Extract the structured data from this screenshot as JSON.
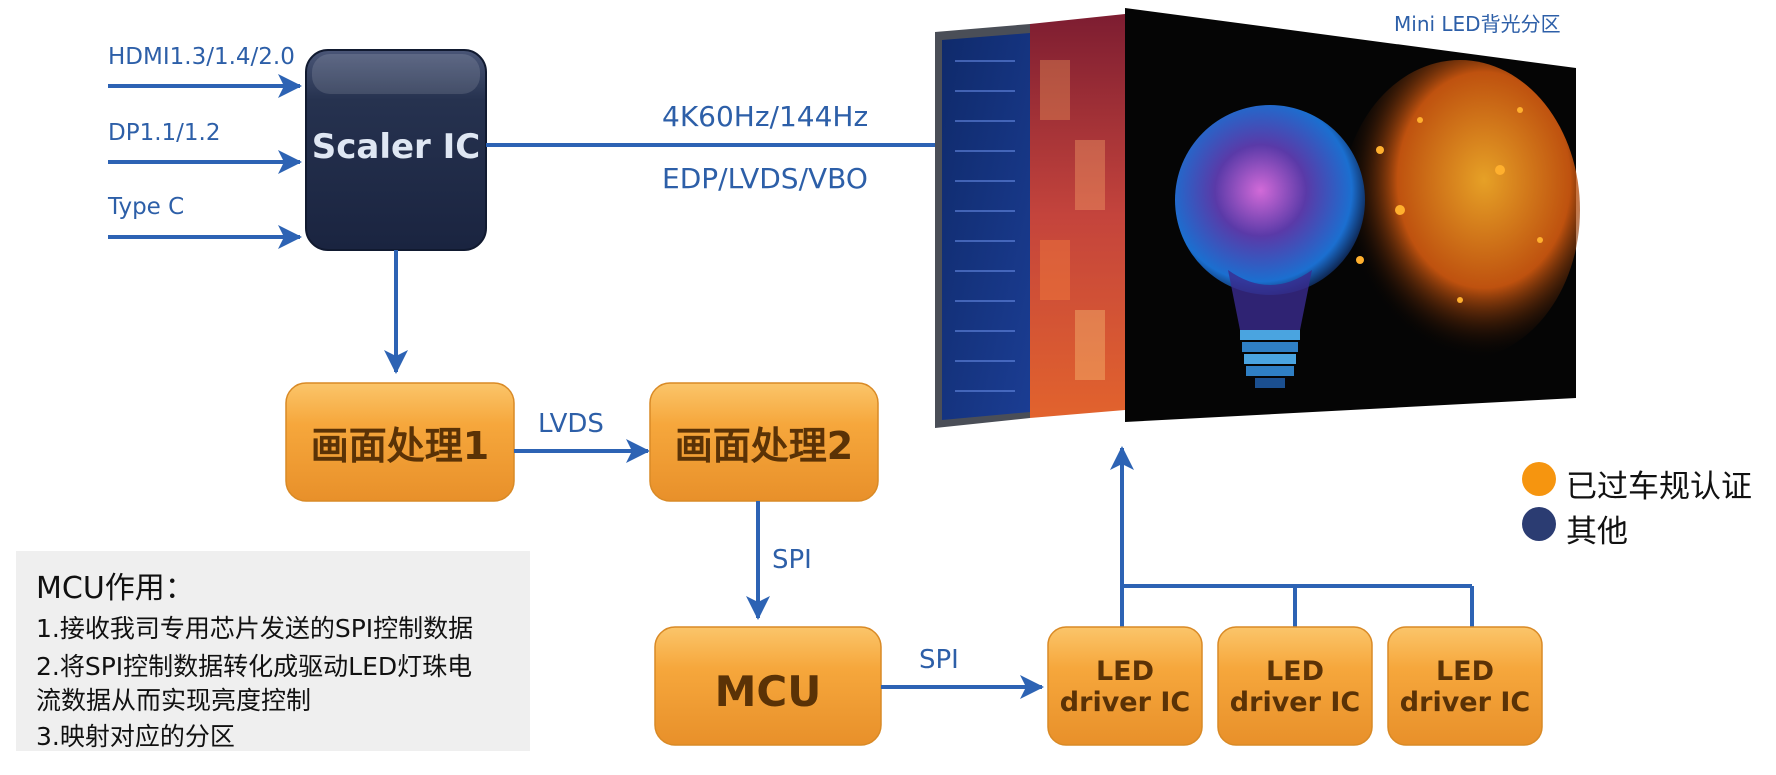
{
  "inputs": [
    {
      "label": "HDMI1.3/1.4/2.0"
    },
    {
      "label": "DP1.1/1.2"
    },
    {
      "label": "Type C"
    }
  ],
  "scaler": {
    "label": "Scaler IC"
  },
  "video_link": {
    "rate": "4K60Hz/144Hz",
    "interface": "EDP/LVDS/VBO"
  },
  "panel": {
    "title": "Mini LED背光分区"
  },
  "process1": {
    "label": "画面处理1"
  },
  "process2": {
    "label": "画面处理2"
  },
  "link_lvds": {
    "label": "LVDS"
  },
  "link_spi_down": {
    "label": "SPI"
  },
  "mcu": {
    "label": "MCU"
  },
  "link_spi_right": {
    "label": "SPI"
  },
  "drivers": [
    {
      "line1": "LED",
      "line2": "driver IC"
    },
    {
      "line1": "LED",
      "line2": "driver IC"
    },
    {
      "line1": "LED",
      "line2": "driver IC"
    }
  ],
  "legend": [
    {
      "label": "已过车规认证",
      "color": "#f6950f"
    },
    {
      "label": "其他",
      "color": "#2b3c72"
    }
  ],
  "note": {
    "title": "MCU作用：",
    "lines": [
      "1.接收我司专用芯片发送的SPI控制数据",
      "2.将SPI控制数据转化成驱动LED灯珠电",
      "流数据从而实现亮度控制",
      "3.映射对应的分区"
    ]
  },
  "colors": {
    "arrow": "#2d63b4",
    "orange_box": "#f5a43a",
    "dark_box": "#1e2a48",
    "note_bg": "#efefef"
  }
}
